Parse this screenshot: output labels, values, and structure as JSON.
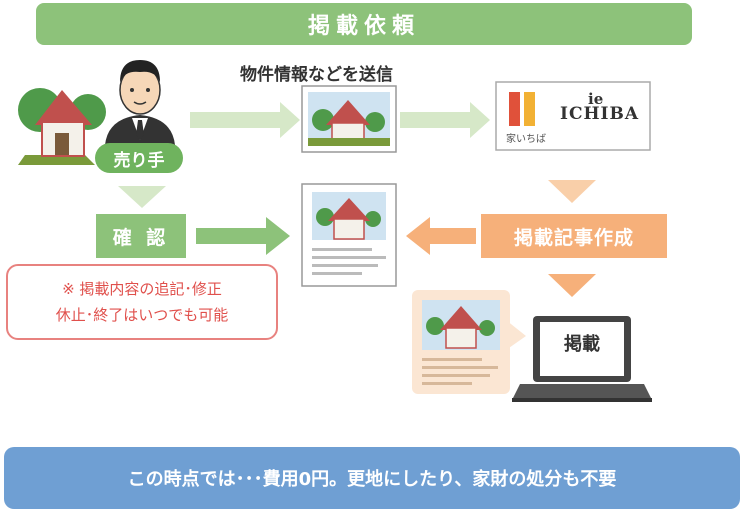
{
  "title": "掲載依頼",
  "send_label": "物件情報などを送信",
  "seller_label": "売り手",
  "confirm_label": "確 認",
  "create_label": "掲載記事作成",
  "publish_label": "掲載",
  "note": {
    "line1": "※ 掲載内容の追記･修正",
    "line2": "休止･終了はいつでも可能"
  },
  "bottom_text": "この時点では･･･費用0円。更地にしたり、家財の処分も不要",
  "logo": {
    "brand_mark": "ie",
    "brand_name": "ICHIBA",
    "brand_sub": "家いちば"
  },
  "colors": {
    "green": "#8dc27a",
    "green_dark": "#6fb35e",
    "orange": "#f6b07a",
    "blue": "#6f9fd3",
    "red": "#e0504c"
  }
}
